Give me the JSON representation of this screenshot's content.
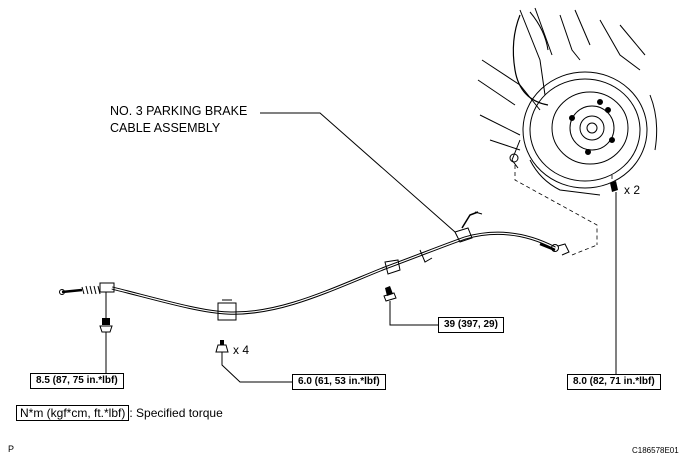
{
  "title_line1": "NO. 3 PARKING BRAKE",
  "title_line2": "CABLE ASSEMBLY",
  "torques": {
    "t1": "8.5 (87, 75 in.*lbf)",
    "t2": "6.0 (61, 53 in.*lbf)",
    "t3": "39 (397, 29)",
    "t4": "8.0 (82, 71 in.*lbf)"
  },
  "quantities": {
    "clamp_bolts": "x 4",
    "plate_bolts": "x 2"
  },
  "legend": {
    "unit": "N*m (kgf*cm, ft.*lbf)",
    "desc": ": Specified torque"
  },
  "corner_mark": "P",
  "figure_code": "C186578E01"
}
